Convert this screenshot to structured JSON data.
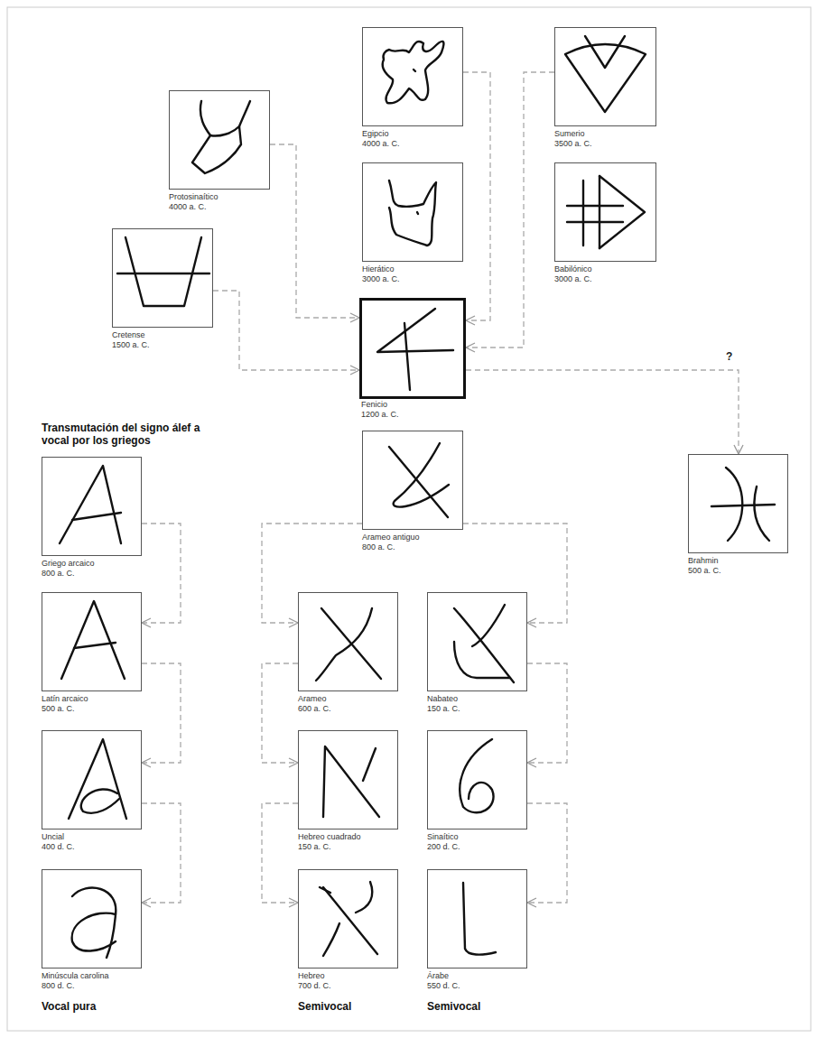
{
  "diagram": {
    "nodes": [
      {
        "text": [
          "Egipcio",
          "4000 a. C."
        ]
      },
      {
        "text": [
          "Sumerio",
          "3500 a. C."
        ]
      },
      {
        "text": [
          "Protosinaítico",
          "4000 a. C."
        ]
      },
      {
        "text": [
          "Hierático",
          "3000 a. C."
        ]
      },
      {
        "text": [
          "Babilónico",
          "3000 a. C."
        ]
      },
      {
        "text": [
          "Cretense",
          "1500 a. C."
        ]
      },
      {
        "text": [
          "Fenicio",
          "1200 a. C."
        ]
      },
      {
        "text": [
          "Arameo antiguo",
          "800 a. C."
        ]
      },
      {
        "text": [
          "Griego arcaico",
          "800 a. C."
        ]
      },
      {
        "text": [
          "Brahmin",
          "500 a. C."
        ]
      },
      {
        "text": [
          "Latín arcaico",
          "500 a. C."
        ]
      },
      {
        "text": [
          "Arameo",
          "600 a. C."
        ]
      },
      {
        "text": [
          "Nabateo",
          "150 a. C."
        ]
      },
      {
        "text": [
          "Uncial",
          "400 d. C."
        ]
      },
      {
        "text": [
          "Hebreo cuadrado",
          "150 a. C."
        ]
      },
      {
        "text": [
          "Sinaítico",
          "200 d. C."
        ]
      },
      {
        "text": [
          "Minúscula carolina",
          "800 d. C."
        ]
      },
      {
        "text": [
          "Hebreo",
          "700 d. C."
        ]
      },
      {
        "text": [
          "Árabe",
          "550 d. C."
        ]
      }
    ],
    "edges": [
      {
        "from": 0,
        "to": 6,
        "arrow": "to"
      },
      {
        "from": 1,
        "to": 6,
        "arrow": "to"
      },
      {
        "from": 2,
        "to": 6,
        "arrow": "to"
      },
      {
        "from": 5,
        "to": 6,
        "arrow": "to"
      },
      {
        "from": 6,
        "to": 9,
        "label": "?",
        "arrow": "to"
      },
      {
        "from": 8,
        "to": 10,
        "arrow": "to"
      },
      {
        "from": 10,
        "to": 13,
        "arrow": "to"
      },
      {
        "from": 13,
        "to": 16,
        "arrow": "to"
      },
      {
        "from": 7,
        "to": 11,
        "arrow": "to"
      },
      {
        "from": 7,
        "to": 12,
        "arrow": "to"
      },
      {
        "from": 11,
        "to": 14,
        "arrow": "to"
      },
      {
        "from": 14,
        "to": 17,
        "arrow": "to"
      },
      {
        "from": 12,
        "to": 15,
        "arrow": "to"
      },
      {
        "from": 15,
        "to": 18,
        "arrow": "to"
      }
    ],
    "labels": [
      "Transmutación del signo álef a vocal por los griegos",
      "Vocal pura",
      "Semivocal",
      "Semivocal"
    ]
  }
}
